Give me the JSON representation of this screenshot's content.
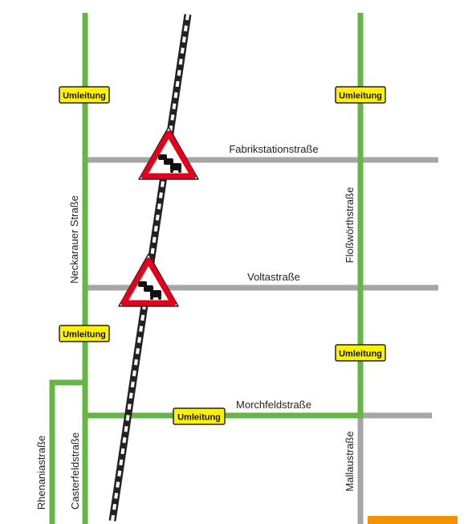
{
  "streets": {
    "fabrikstation": "Fabrikstationstraße",
    "volta": "Voltastraße",
    "morchfeld": "Morchfeldstraße",
    "neckarauer": "Neckarauer Straße",
    "flossworth": "Floßwörthstraße",
    "rhenania": "Rhenaniastraße",
    "casterfeld": "Casterfeldstraße",
    "mallau": "Mallaustraße"
  },
  "detour_label": "Umleitung",
  "colors": {
    "detour_route": "#66b646",
    "street": "#a6a6a6",
    "railway": "#222222",
    "sign_bg": "#fff200",
    "sign_border": "#222222",
    "warning_red": "#e2001a",
    "corner_badge": "#f39200"
  },
  "icons": {
    "traffic_jam": "traffic-jam-warning-sign-icon"
  }
}
